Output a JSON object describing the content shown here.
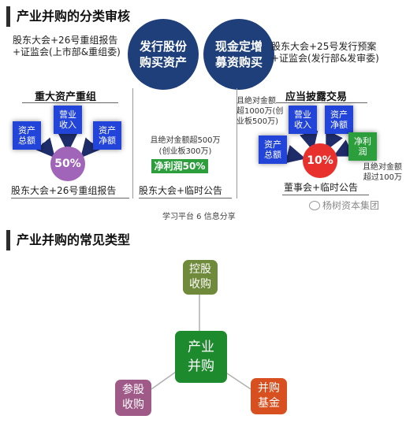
{
  "section1": {
    "title": "产业并购的分类审核",
    "top_left_1": "股东大会+26号重组报告",
    "top_left_2": "+证监会(上市部&重组委)",
    "circle_left": [
      "发行股份",
      "购买资产"
    ],
    "circle_right": [
      "现金定增",
      "募资购买"
    ],
    "top_right_1": "股东大会+25号发行预案",
    "top_right_2": "+证监会(发行部&发审委)",
    "major": {
      "title": "重大资产重组",
      "sq_revenue": [
        "营业",
        "收入"
      ],
      "sq_assets": [
        "资产",
        "总额"
      ],
      "sq_net": [
        "资产",
        "净额"
      ],
      "percent": "50%",
      "bottom": "股东大会+26号重组报告"
    },
    "middle": {
      "line1": "且绝对金额超500万",
      "line2": "(创业板300万)",
      "tag": "净利润50%",
      "bottom": "股东大会+临时公告"
    },
    "disclose": {
      "title": "应当披露交易",
      "note_lines": [
        "且绝对金额",
        "超1000万(创",
        "业板500万)"
      ],
      "sq_revenue": [
        "营业",
        "收入"
      ],
      "sq_net": [
        "资产",
        "净额"
      ],
      "sq_assets": [
        "资产",
        "总额"
      ],
      "sq_profit": [
        "净利",
        "润"
      ],
      "percent": "10%",
      "note2_lines": [
        "且绝对金额",
        "超过100万"
      ],
      "bottom": "董事会+临时公告"
    },
    "footer": "学习平台 6 信息分享",
    "watermark": "杨树资本集团"
  },
  "section2": {
    "title": "产业并购的常见类型",
    "center": [
      "产业",
      "并购"
    ],
    "top": [
      "控股",
      "收购"
    ],
    "left": [
      "参股",
      "收购"
    ],
    "right": [
      "并购",
      "基金"
    ]
  },
  "colors": {
    "navy": "#1e3f7a",
    "blue_square": "#2244d8",
    "purple": "#a064b8",
    "red": "#e8312c",
    "green": "#2c9f3c",
    "olive": "#6f8a3a",
    "dark_green": "#1e8a2e",
    "mauve": "#a05a88",
    "orange_red": "#d85020"
  }
}
